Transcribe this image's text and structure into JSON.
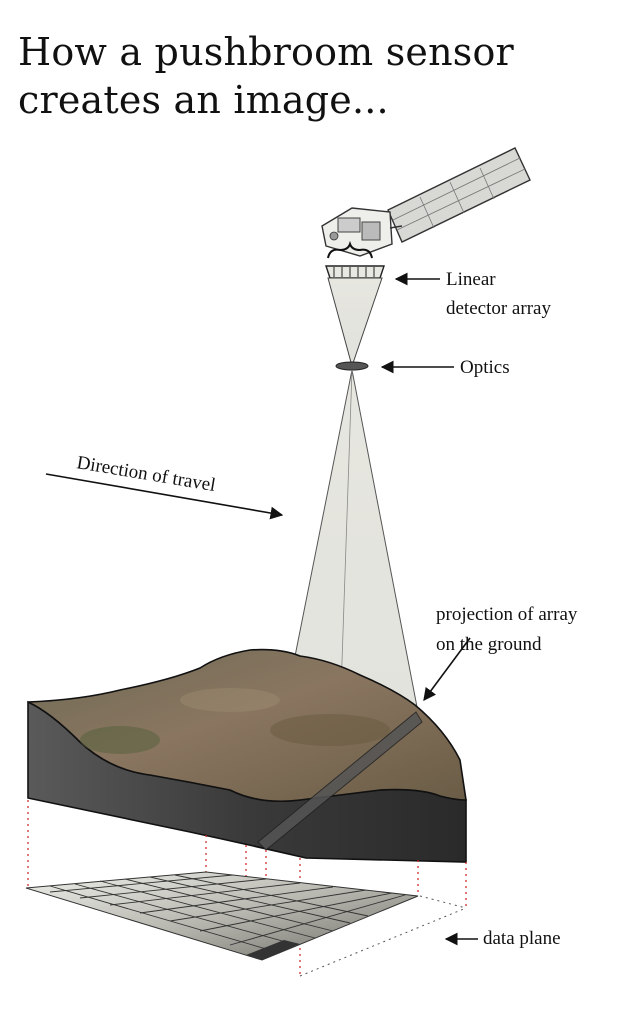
{
  "title": {
    "line1": "How a pushbroom sensor",
    "line2": "creates an image..."
  },
  "labels": {
    "linear_detector_array_line1": "Linear",
    "linear_detector_array_line2": "detector array",
    "optics": "Optics",
    "direction_of_travel": "Direction of travel",
    "projection_line1": "projection of array",
    "projection_line2": "on the ground",
    "data_plane": "data plane"
  },
  "colors": {
    "block_side": "#3a3a3a",
    "terrain": "#7a6a52",
    "beam": "#d8d8d0",
    "guide_lines": "#cc2222"
  }
}
